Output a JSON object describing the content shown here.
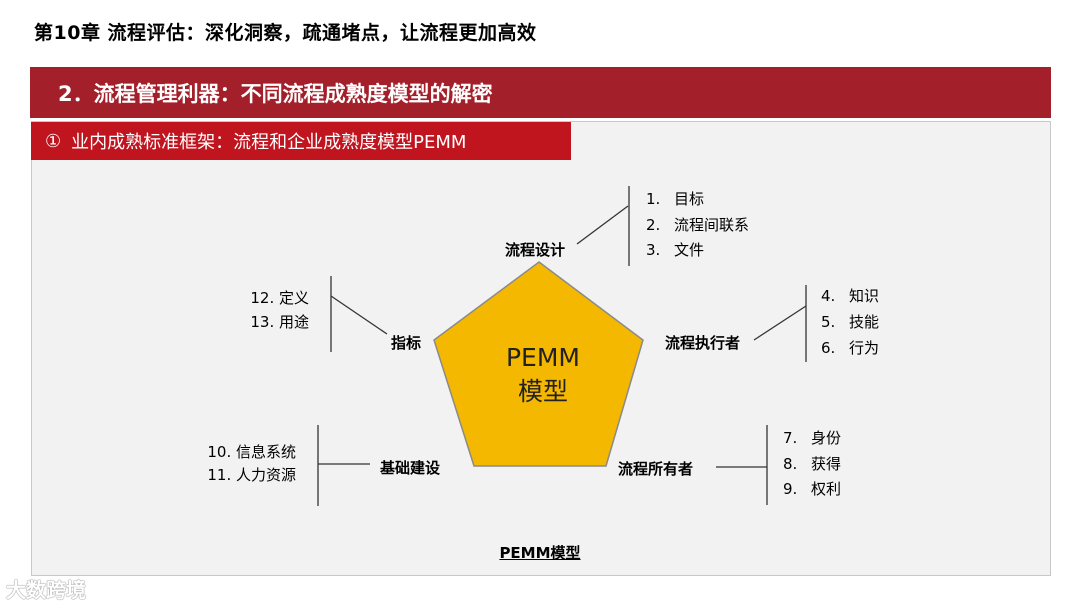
{
  "chapter_title": "第10章  流程评估：深化洞察，疏通堵点，让流程更加高效",
  "section_title": "2．流程管理利器：不同流程成熟度模型的解密",
  "sub_title": {
    "num": "①",
    "text": "业内成熟标准框架：流程和企业成熟度模型PEMM"
  },
  "center": {
    "line1": "PEMM",
    "line2": "模型",
    "fill": "#f5b800",
    "stroke": "#8a8a8a"
  },
  "nodes": {
    "design": {
      "label": "流程设计",
      "items": [
        {
          "num": "1.",
          "text": "目标"
        },
        {
          "num": "2.",
          "text": "流程间联系"
        },
        {
          "num": "3.",
          "text": "文件"
        }
      ]
    },
    "performer": {
      "label": "流程执行者",
      "items": [
        {
          "num": "4.",
          "text": "知识"
        },
        {
          "num": "5.",
          "text": "技能"
        },
        {
          "num": "6.",
          "text": "行为"
        }
      ]
    },
    "owner": {
      "label": "流程所有者",
      "items": [
        {
          "num": "7.",
          "text": "身份"
        },
        {
          "num": "8.",
          "text": "获得"
        },
        {
          "num": "9.",
          "text": "权利"
        }
      ]
    },
    "infrastructure": {
      "label": "基础建设",
      "items": [
        {
          "text": "10. 信息系统"
        },
        {
          "text": "11. 人力资源"
        }
      ]
    },
    "metrics": {
      "label": "指标",
      "items": [
        {
          "text": "12. 定义"
        },
        {
          "text": "13. 用途"
        }
      ]
    }
  },
  "caption": "PEMM模型",
  "watermark": "大数跨境",
  "colors": {
    "banner": "#a3202a",
    "sub_banner": "#c0141e",
    "panel": "#f2f2f2"
  }
}
